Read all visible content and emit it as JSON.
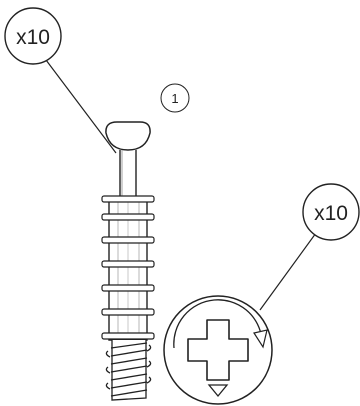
{
  "callouts": {
    "screw_quantity": "x10",
    "head_quantity": "x10",
    "step_number": "1"
  }
}
